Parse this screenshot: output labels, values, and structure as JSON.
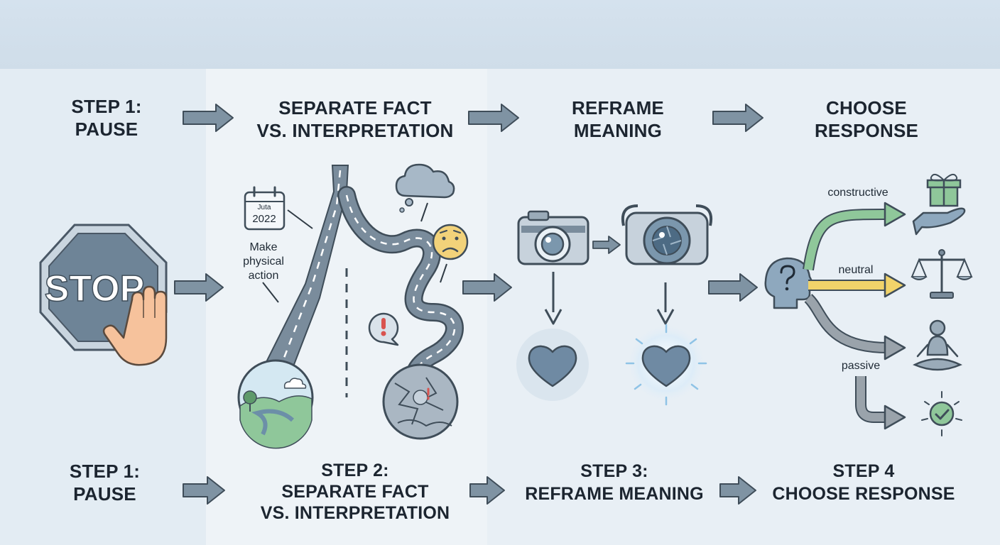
{
  "top_steps": [
    {
      "line1": "STEP 1:",
      "line2": "PAUSE"
    },
    {
      "line1": "SEPARATE FACT",
      "line2": "VS. INTERPRETATION"
    },
    {
      "line1": "REFRAME",
      "line2": "MEANING"
    },
    {
      "line1": "CHOOSE",
      "line2": "RESPONSE"
    }
  ],
  "bottom_steps": [
    {
      "line1": "STEP 1:",
      "line2": "PAUSE",
      "line3": ""
    },
    {
      "line1": "STEP 2:",
      "line2": "SEPARATE FACT",
      "line3": "VS. INTERPRETATION"
    },
    {
      "line1": "STEP 3:",
      "line2": "REFRAME MEANING",
      "line3": ""
    },
    {
      "line1": "STEP 4",
      "line2": "CHOOSE RESPONSE",
      "line3": ""
    }
  ],
  "stop_sign": {
    "text": "STOP"
  },
  "calendar": {
    "month": "Juta",
    "year": "2022"
  },
  "note": {
    "line1": "Make",
    "line2": "physical",
    "line3": "action"
  },
  "responses": {
    "constructive": "constructive",
    "neutral": "neutral",
    "passive": "passive"
  },
  "colors": {
    "accent": "#6b8193",
    "green": "#8fc79a",
    "yellow": "#f1d36a",
    "gray": "#9aa3ab",
    "heart": "#6f8aa3"
  }
}
